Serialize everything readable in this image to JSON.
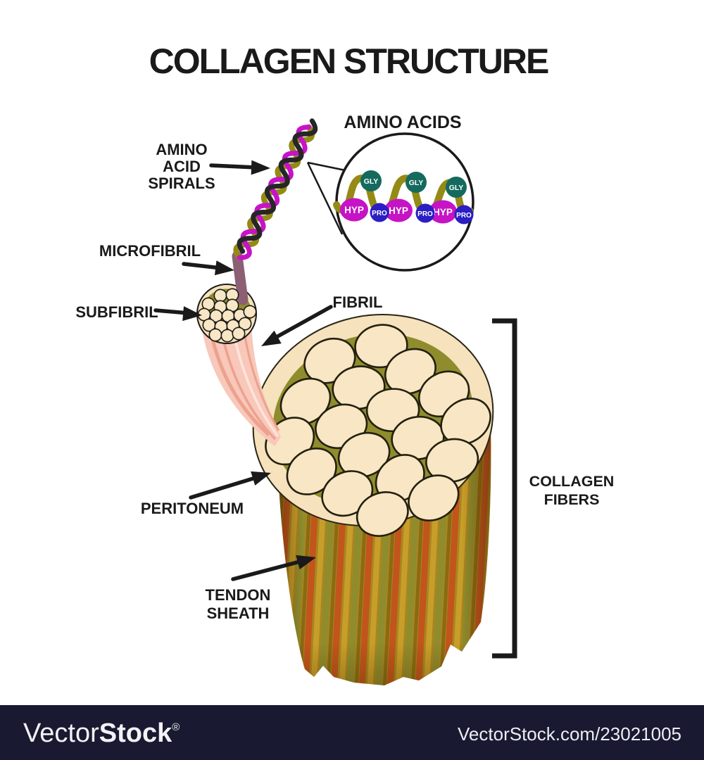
{
  "title": "COLLAGEN STRUCTURE",
  "inset": {
    "heading": "AMINO ACIDS",
    "gly": "GLY",
    "hyp": "HYP",
    "pro": "PRO"
  },
  "labels": {
    "amino_line1": "AMINO",
    "amino_line2": "ACID",
    "amino_line3": "SPIRALS",
    "microfibril": "MICROFIBRIL",
    "subfibril": "SUBFIBRIL",
    "fibril": "FIBRIL",
    "peritoneum": "PERITONEUM",
    "tendon_line1": "TENDON",
    "tendon_line2": "SHEATH",
    "collagen_line1": "COLLAGEN",
    "collagen_line2": "FIBERS"
  },
  "watermark": {
    "brand_regular": "Vector",
    "brand_bold": "Stock",
    "registered": "®",
    "credit": "VectorStock.com/23021005"
  },
  "colors": {
    "chain_olive": "#948A15",
    "gly_teal": "#156A5E",
    "hyp_magenta": "#C513C5",
    "pro_blue": "#2A1EC4",
    "helix_black": "#262626",
    "helix_magenta": "#C713C7",
    "microfibril_mauve": "#8C5F74",
    "cross_section_cream": "#F6E2BC",
    "matrix_olive": "#8F8C2D",
    "fibril_pink": "#F8C8BA",
    "tendon_gold": "#A8861F",
    "tendon_orange": "#C2541C",
    "watermark_navy": "#191931",
    "ink": "#1A1A1A"
  }
}
